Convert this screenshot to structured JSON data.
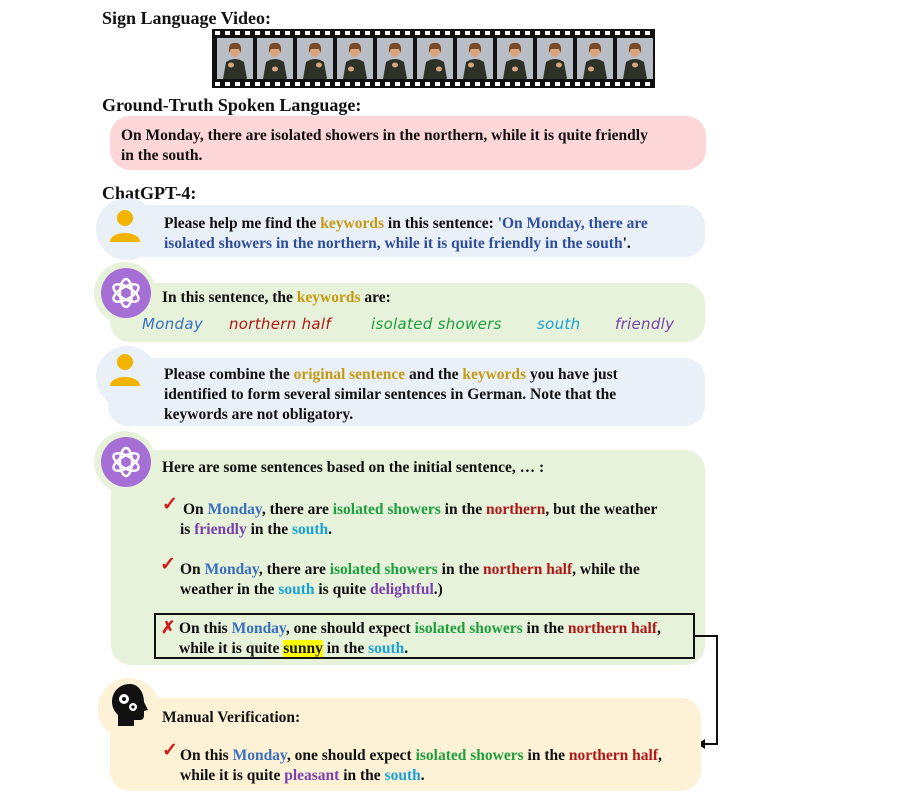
{
  "headings": {
    "video": "Sign Language Video:",
    "ground_truth": "Ground-Truth Spoken Language:",
    "chatgpt": "ChatGPT-4:"
  },
  "ground_truth_text": {
    "line1": "On Monday, there are isolated showers in the northern, while it is quite friendly",
    "line2": "in the south."
  },
  "user_prompt_1": {
    "t1": "Please help me find the ",
    "kw": "keywords",
    "t2": " in this sentence: ",
    "quote1": "'On Monday, there are",
    "quote2": "isolated showers in the northern, while it is quite friendly in the south",
    "end": "'."
  },
  "gpt_reply_1": {
    "t1": "In this sentence, the ",
    "kw": "keywords",
    "t2": " are:",
    "keywords": [
      "Monday",
      "northern half",
      "isolated showers",
      "south",
      "friendly"
    ]
  },
  "user_prompt_2": {
    "t1": "Please combine the ",
    "orig": "original sentence",
    "t2": " and the ",
    "kw": "keywords",
    "t3": " you have just",
    "line2": "identified to form several similar sentences in German. Note that the",
    "line3": "keywords are not obligatory."
  },
  "gpt_reply_2": {
    "intro": "Here are some sentences based on the initial sentence, … :",
    "s1": {
      "a": "On ",
      "monday": "Monday",
      "b": ", there are ",
      "iso": "isolated showers",
      "c": " in the ",
      "north": "northern",
      "d": ", but the weather",
      "e": "is ",
      "friendly": "friendly",
      "f": " in the ",
      "south": "south",
      "g": "."
    },
    "s2": {
      "a": "On ",
      "monday": "Monday",
      "b": ", there are ",
      "iso": "isolated showers",
      "c": " in the ",
      "north": "northern half",
      "d": ", while  the",
      "e": "weather in the ",
      "south": "south",
      "f": " is quite ",
      "del": "delightful",
      "g": ".)"
    },
    "s3": {
      "a": "On this ",
      "monday": "Monday",
      "b": ", one should expect ",
      "iso": "isolated showers",
      "c": " in the ",
      "north": "northern half",
      "d": ",",
      "e": "while it is quite ",
      "sunny": "sunny",
      "f": " in the ",
      "south": "south",
      "g": "."
    }
  },
  "manual": {
    "title": "Manual Verification:",
    "s": {
      "a": "On this ",
      "monday": "Monday",
      "b": ", one should expect ",
      "iso": "isolated showers",
      "c": " in the ",
      "north": "northern half",
      "d": ",",
      "e": "while it is quite ",
      "pleasant": "pleasant",
      "f": " in the ",
      "south": "south",
      "g": "."
    }
  },
  "icons": {
    "user": "user-icon",
    "chatgpt": "chatgpt-logo-icon",
    "human_verify": "human-head-gears-icon",
    "check": "✓",
    "cross": "✗"
  },
  "colors": {
    "ground_truth_box": "#fdd7d7",
    "user_box": "#eaf0f8",
    "gpt_box": "#e6f2da",
    "manual_box": "#fdf2d6",
    "keyword_gold": "#c49a12",
    "quote_navy": "#2f4f9a",
    "monday_blue": "#3a6fc0",
    "green": "#1f9e3e",
    "red": "#b01616",
    "cyan": "#1aa0d8",
    "purple": "#7a3fb0",
    "user_icon": "#f3b400",
    "gpt_icon": "#a66fd6"
  }
}
